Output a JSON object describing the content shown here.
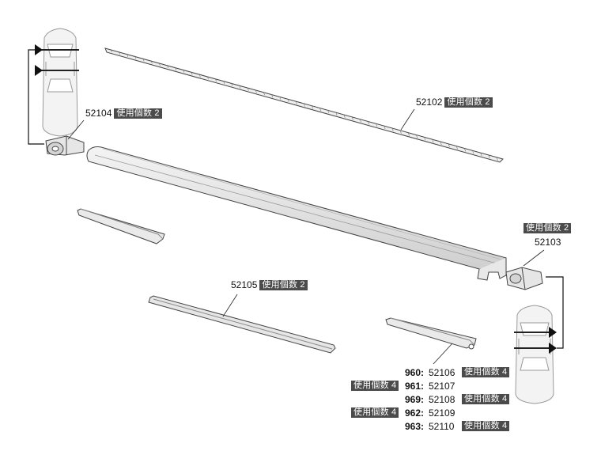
{
  "tag_qty2": "使用個数 2",
  "tag_qty4": "使用個数 4",
  "parts": {
    "p52102": "52102",
    "p52103": "52103",
    "p52104": "52104",
    "p52105": "52105"
  },
  "variants": [
    {
      "model": "960:",
      "part": "52106",
      "tag_left": "",
      "tag_right": "使用個数 4"
    },
    {
      "model": "961:",
      "part": "52107",
      "tag_left": "使用個数 4",
      "tag_right": ""
    },
    {
      "model": "969:",
      "part": "52108",
      "tag_left": "",
      "tag_right": "使用個数 4"
    },
    {
      "model": "962:",
      "part": "52109",
      "tag_left": "使用個数 4",
      "tag_right": ""
    },
    {
      "model": "963:",
      "part": "52110",
      "tag_left": "",
      "tag_right": "使用個数 4"
    }
  ]
}
